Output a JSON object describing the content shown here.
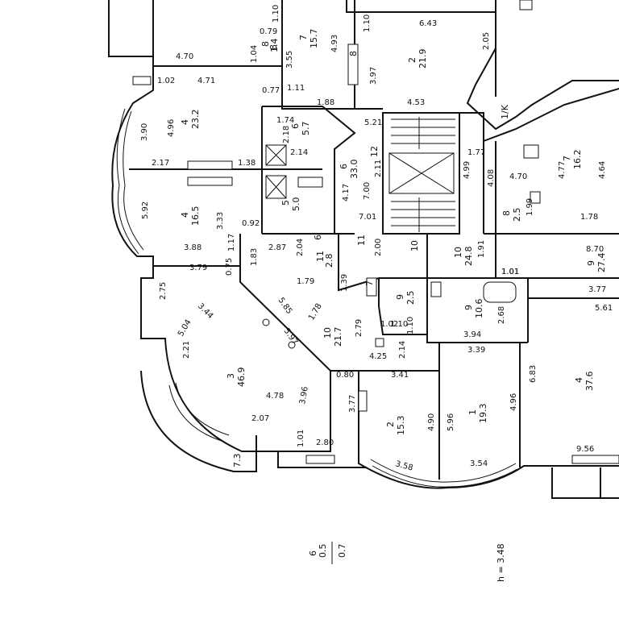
{
  "dimensions": [
    "4.70",
    "4.71",
    "1.02",
    "1.04",
    "0.77",
    "3.55",
    "1.11",
    "4.93",
    "1.10",
    "3.97",
    "4.53",
    "2.05",
    "6.43",
    "0.79",
    "1.10",
    "3.90",
    "4.96",
    "2.17",
    "1.38",
    "1.88",
    "1.74",
    "2.18",
    "2.14",
    "5.21",
    "1.77",
    "4.99",
    "4.08",
    "4.70",
    "4.77",
    "4.64",
    "1.78",
    "1.99",
    "5.92",
    "3.33",
    "0.92",
    "1.17",
    "3.88",
    "3.79",
    "2.87",
    "2.04",
    "1.83",
    "0.75",
    "2.75",
    "3.44",
    "5.04",
    "2.21",
    "4.17",
    "7.00",
    "2.11",
    "7.01",
    "2.00",
    "1.10",
    "1.01",
    "1.91",
    "1.01",
    "8.70",
    "3.77",
    "5.61",
    "1.39",
    "1.79",
    "5.85",
    "5.97",
    "1.78",
    "2.79",
    "2.14",
    "4.25",
    "1.10",
    "3.94",
    "2.68",
    "1.02",
    "3.39",
    "3.41",
    "0.80",
    "3.96",
    "4.78",
    "3.77",
    "2.07",
    "1.01",
    "2.80",
    "4.90",
    "5.96",
    "4.96",
    "6.83",
    "3.58",
    "3.54",
    "9.56"
  ],
  "rooms": [
    {
      "num": "4",
      "area": "23.2"
    },
    {
      "num": "7",
      "area": "15.7"
    },
    {
      "num": "2",
      "area": "21.9"
    },
    {
      "num": "6",
      "area": "5.7"
    },
    {
      "num": "6",
      "area": "33.0"
    },
    {
      "num": "7",
      "area": "16.2"
    },
    {
      "num": "4",
      "area": "16.5"
    },
    {
      "num": "5",
      "area": "5.0"
    },
    {
      "num": "8",
      "area": "2.5"
    },
    {
      "num": "10",
      "area": "24.8"
    },
    {
      "num": "9",
      "area": "27.4"
    },
    {
      "num": "9",
      "area": "2.5"
    },
    {
      "num": "9",
      "area": "10.6"
    },
    {
      "num": "10",
      "area": "21.7"
    },
    {
      "num": "3",
      "area": "46.9"
    },
    {
      "num": "2",
      "area": "15.3"
    },
    {
      "num": "1",
      "area": "19.3"
    },
    {
      "num": "4",
      "area": "37.6"
    },
    {
      "num": "11",
      "area": "2.8"
    },
    {
      "num": "8",
      "area": "1.4"
    }
  ],
  "misc": [
    "7.3",
    "1/K",
    "12",
    "11",
    "6",
    "7",
    "8",
    "8",
    "10"
  ],
  "bottom_fraction": {
    "num": "6",
    "mid": "0.5",
    "den": "0.7"
  },
  "height_label": "h = 3.48"
}
